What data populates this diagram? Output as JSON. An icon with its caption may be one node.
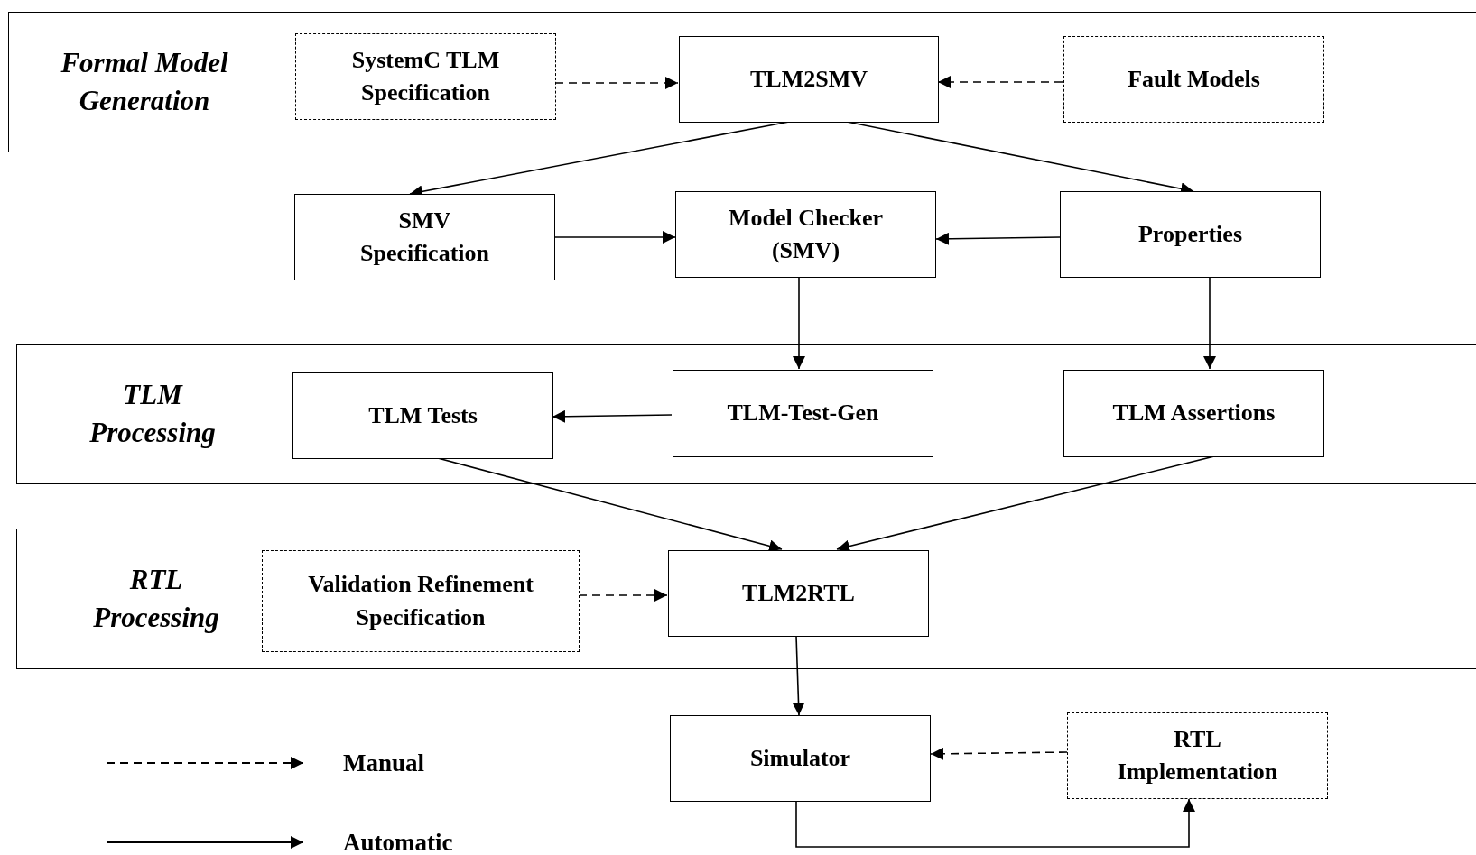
{
  "diagram": {
    "nodes": [
      {
        "text": [
          "Formal Model Generation"
        ]
      },
      {
        "text": [
          "SystemC TLM Specification"
        ],
        "in": 0
      },
      {
        "text": [
          "TLM2SMV"
        ],
        "in": 0
      },
      {
        "text": [
          "Fault Models"
        ],
        "in": 0
      },
      {
        "text": [
          "SMV Specification"
        ]
      },
      {
        "text": [
          "Model Checker (SMV)"
        ]
      },
      {
        "text": [
          "Properties"
        ]
      },
      {
        "text": [
          "TLM Processing"
        ]
      },
      {
        "text": [
          "TLM Tests"
        ],
        "in": 7
      },
      {
        "text": [
          "TLM-Test-Gen"
        ],
        "in": 7
      },
      {
        "text": [
          "TLM Assertions"
        ],
        "in": 7
      },
      {
        "text": [
          "RTL Processing"
        ]
      },
      {
        "text": [
          "Validation Refinement Specification"
        ],
        "in": 11
      },
      {
        "text": [
          "TLM2RTL"
        ],
        "in": 11
      },
      {
        "text": [
          "Simulator"
        ]
      },
      {
        "text": [
          "RTL Implementation"
        ]
      }
    ],
    "edges": [
      {
        "from": 1,
        "to": 2,
        "arrow": "to",
        "style": "dashed"
      },
      {
        "from": 3,
        "to": 2,
        "arrow": "to",
        "style": "dashed"
      },
      {
        "from": 2,
        "to": 4,
        "arrow": "to"
      },
      {
        "from": 2,
        "to": 6,
        "arrow": "to"
      },
      {
        "from": 4,
        "to": 5,
        "arrow": "to"
      },
      {
        "from": 6,
        "to": 5,
        "arrow": "to"
      },
      {
        "from": 5,
        "to": 9,
        "arrow": "to"
      },
      {
        "from": 6,
        "to": 10,
        "arrow": "to"
      },
      {
        "from": 9,
        "to": 8,
        "arrow": "to"
      },
      {
        "from": 8,
        "to": 13,
        "arrow": "to"
      },
      {
        "from": 10,
        "to": 13,
        "arrow": "to"
      },
      {
        "from": 12,
        "to": 13,
        "arrow": "to",
        "style": "dashed"
      },
      {
        "from": 13,
        "to": 14,
        "arrow": "to"
      },
      {
        "from": 15,
        "to": 14,
        "arrow": "to",
        "style": "dashed"
      },
      {
        "from": 14,
        "to": 15,
        "arrow": "to"
      }
    ],
    "legend": [
      {
        "text": "Manual"
      },
      {
        "text": "Automatic"
      }
    ]
  }
}
